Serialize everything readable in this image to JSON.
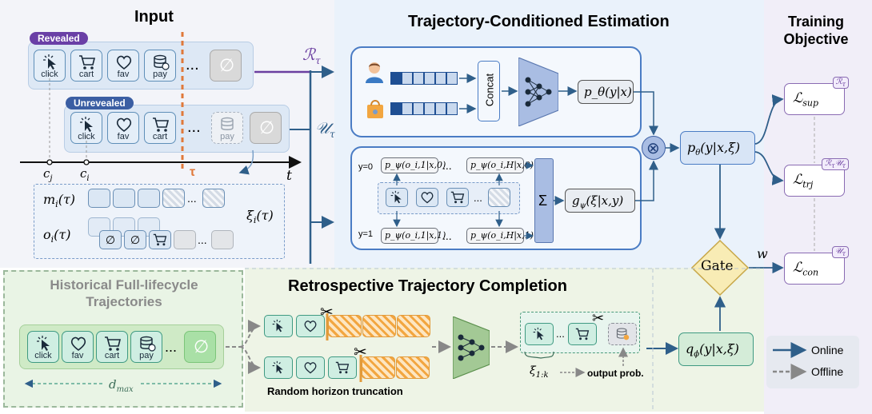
{
  "sections": {
    "input": "Input",
    "estimation": "Trajectory-Conditioned Estimation",
    "objective": "Training Objective",
    "historical": "Historical Full-lifecycle Trajectories",
    "completion": "Retrospective Trajectory Completion"
  },
  "badges": {
    "revealed": "Revealed",
    "unrevealed": "Unrevealed"
  },
  "actions": {
    "click": "click",
    "cart": "cart",
    "fav": "fav",
    "pay": "pay",
    "ellipsis": "...",
    "empty": "∅"
  },
  "timeline": {
    "c_j": "c_j",
    "c_i": "c_i",
    "tau": "τ",
    "t": "t"
  },
  "signals": {
    "r_tau": "ℛ_τ",
    "u_tau": "𝒰_τ"
  },
  "mask": {
    "m": "m_i(τ)",
    "o": "o_i(τ)",
    "xi": "ξ_i(τ)"
  },
  "model": {
    "concat": "Concat",
    "p_theta_yx": "p_θ(y|x)",
    "sum": "Σ",
    "g_psi": "g_ψ(ξ|x,y)",
    "combine": "⊗",
    "p_theta_yx_xi": "p_θ(y|x,ξ)",
    "y0": "y=0",
    "y1": "y=1",
    "p_o1_0": "p_ψ(o_i,1|x,0)",
    "p_oH_0": "p_ψ(o_i,H|x,0)",
    "p_o1_1": "p_ψ(o_i,1|x,1)",
    "p_oH_1": "p_ψ(o_i,H|x,1)",
    "gate": "Gate",
    "w": "w",
    "q_phi": "q_ϕ(y|x,ξ)"
  },
  "losses": {
    "sup": "ℒ_sup",
    "sup_tag": "ℛ_τ",
    "trj": "ℒ_trj",
    "trj_tag": "ℛ_τ𝒰_τ",
    "con": "ℒ_con",
    "con_tag": "𝒰_τ"
  },
  "completion": {
    "d_max": "d_max",
    "truncation": "Random horizon truncation",
    "xi_1k": "ξ_1:k",
    "output_prob": "output prob."
  },
  "legend": {
    "online": "Online",
    "offline": "Offline"
  },
  "colors": {
    "online": "#2f5f8a",
    "offline": "#888888",
    "accent_orange": "#e0793a",
    "purple": "#6b3fa0"
  }
}
